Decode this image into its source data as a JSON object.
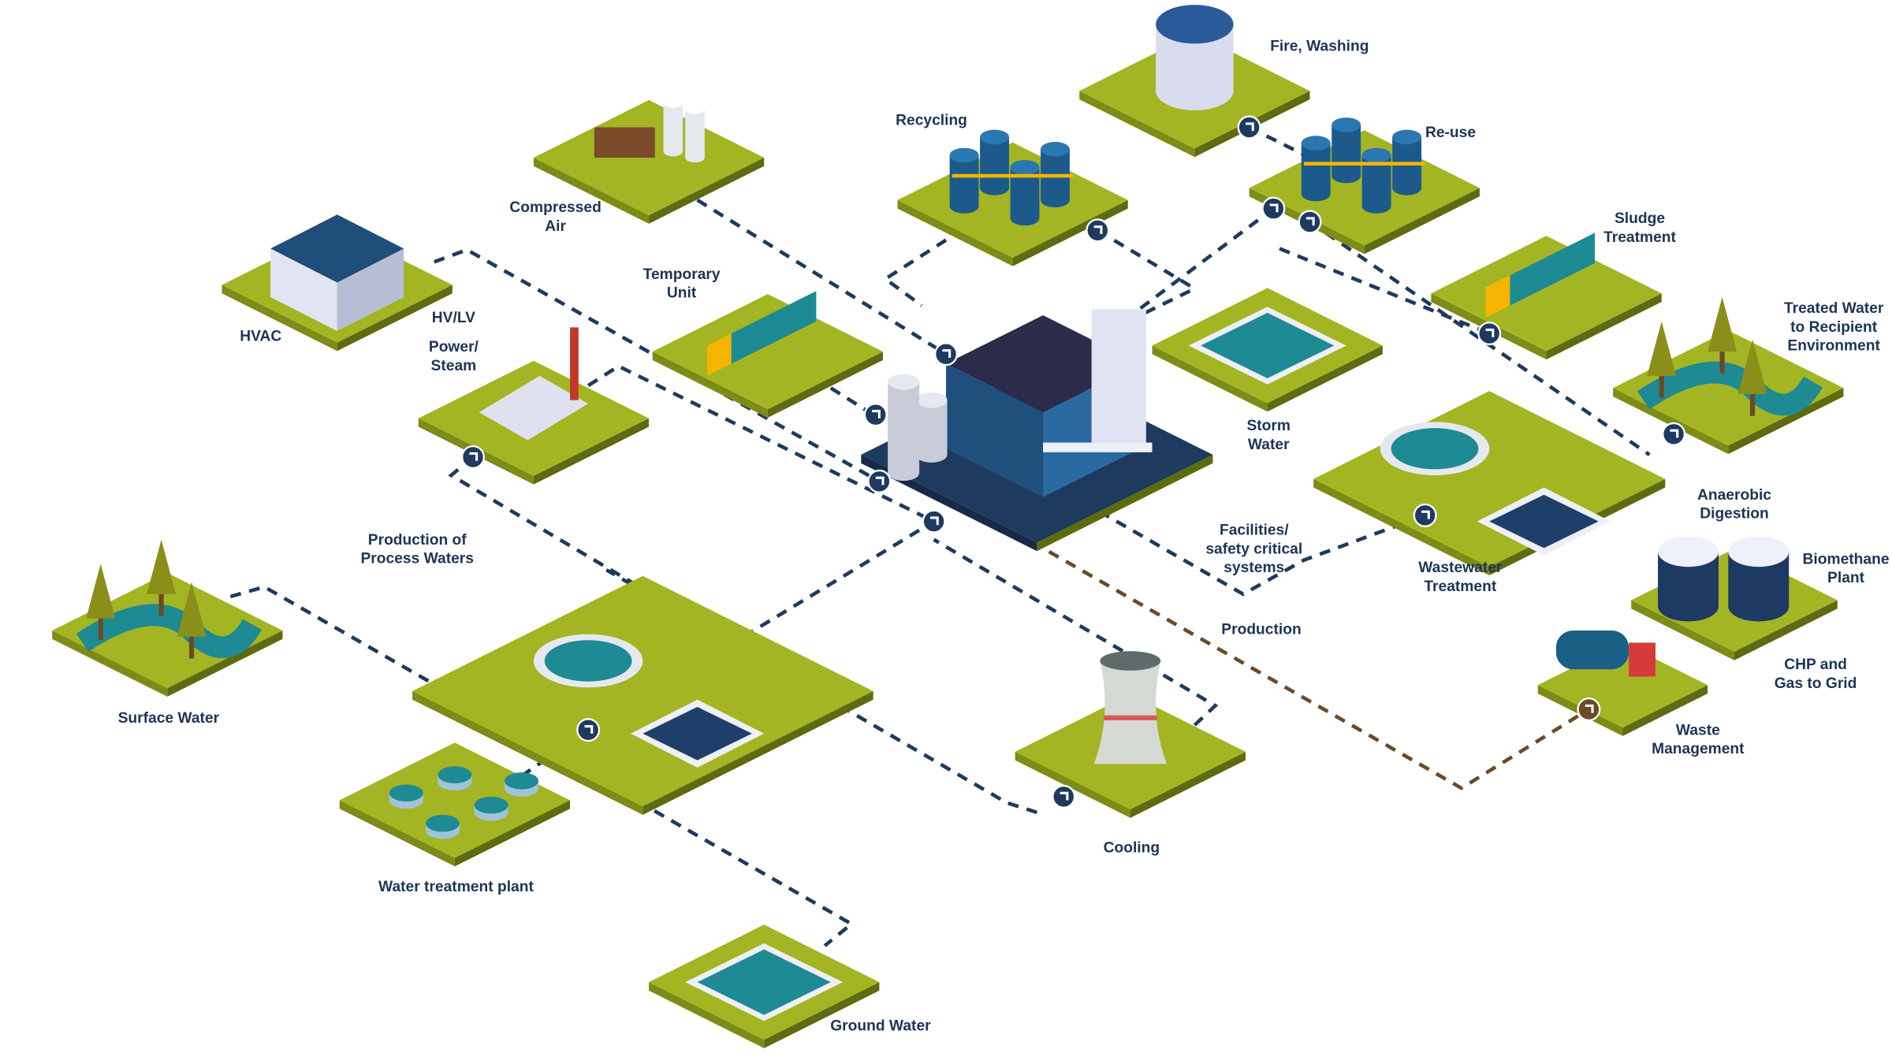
{
  "colors": {
    "tile_top": "#a3b522",
    "tile_side": "#7d8c16",
    "central_tile": "#1f3a5f",
    "line": "#1e3a5f",
    "production_line": "#6b4a26",
    "label": "#1d3557",
    "accent_blue": "#1a5f86",
    "water": "#1e8a94"
  },
  "nodes": [
    {
      "id": "fire",
      "label": [
        "Fire, Washing"
      ]
    },
    {
      "id": "compressed",
      "label": [
        "Compressed",
        "Air"
      ]
    },
    {
      "id": "recycling",
      "label": [
        "Recycling"
      ]
    },
    {
      "id": "reuse",
      "label": [
        "Re-use"
      ]
    },
    {
      "id": "hvac",
      "label": [
        "HVAC"
      ]
    },
    {
      "id": "hvlv",
      "label": [
        "HV/LV"
      ]
    },
    {
      "id": "temporary",
      "label": [
        "Temporary",
        "Unit"
      ]
    },
    {
      "id": "sludge",
      "label": [
        "Sludge",
        "Treatment"
      ]
    },
    {
      "id": "storm",
      "label": [
        "Storm",
        "Water"
      ]
    },
    {
      "id": "power",
      "label": [
        "Power/",
        "Steam"
      ]
    },
    {
      "id": "treated",
      "label": [
        "Treated Water",
        "to Recipient",
        "Environment"
      ]
    },
    {
      "id": "wastewater",
      "label": [
        "Wastewater",
        "Treatment"
      ]
    },
    {
      "id": "facilities",
      "label": [
        "Facilities/",
        "safety critical",
        "systems"
      ]
    },
    {
      "id": "production",
      "label": [
        "Production"
      ]
    },
    {
      "id": "surface",
      "label": [
        "Surface Water"
      ]
    },
    {
      "id": "process",
      "label": [
        "Production of",
        "Process Waters"
      ]
    },
    {
      "id": "anaerobic",
      "label": [
        "Anaerobic",
        "Digestion"
      ]
    },
    {
      "id": "biomethane",
      "label": [
        "Biomethane",
        "Plant"
      ]
    },
    {
      "id": "chp",
      "label": [
        "CHP and",
        "Gas to Grid"
      ]
    },
    {
      "id": "waste",
      "label": [
        "Waste",
        "Management"
      ]
    },
    {
      "id": "cooling",
      "label": [
        "Cooling"
      ]
    },
    {
      "id": "wtp",
      "label": [
        "Water treatment plant"
      ]
    },
    {
      "id": "ground",
      "label": [
        "Ground Water"
      ]
    }
  ]
}
